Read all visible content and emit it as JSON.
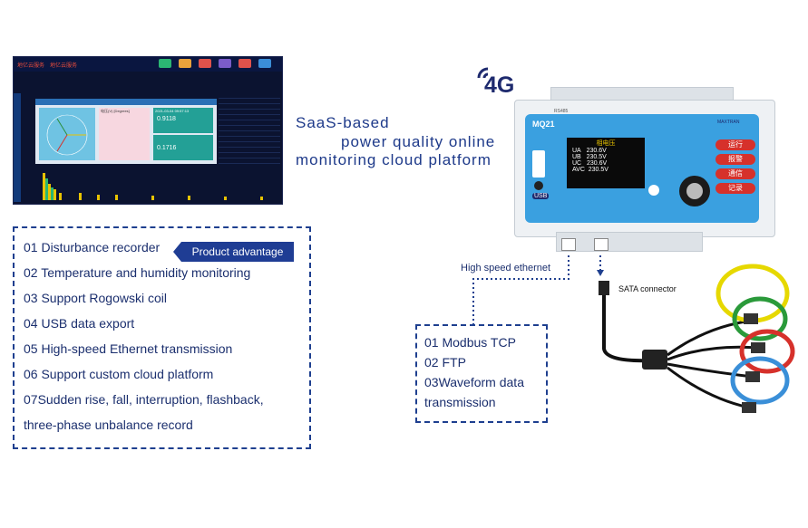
{
  "software": {
    "logo": "地亿云服务",
    "panel_title": "电压(V) [Degrees]",
    "card1_value": "0.9118",
    "card2_value": "0.1716",
    "timestamp": "2021-03-04 09:57:13"
  },
  "headline": {
    "line1": "SaaS-based",
    "line2": "power quality online",
    "line3": "monitoring cloud platform"
  },
  "network_badge": "4G",
  "advantages": {
    "badge": "Product advantage",
    "items": [
      "01 Disturbance recorder",
      "02 Temperature and humidity monitoring",
      "03 Support Rogowski coil",
      "04 USB data export",
      "05 High-speed Ethernet transmission",
      "06 Support custom cloud platform",
      "07Sudden rise, fall, interruption, flashback,",
      "three-phase unbalance record"
    ]
  },
  "device": {
    "model": "MQ21",
    "brand": "MAXTRAN",
    "usb_label": "USB",
    "screen_title": "相电压",
    "readings": [
      {
        "label": "UA",
        "value": "230.6V"
      },
      {
        "label": "UB",
        "value": "230.5V"
      },
      {
        "label": "UC",
        "value": "230.6V"
      },
      {
        "label": "AVC",
        "value": "230.5V"
      }
    ],
    "menu": [
      "运行",
      "报警",
      "通信",
      "记录"
    ],
    "port_label": "RS485"
  },
  "ethernet_label": "High speed ethernet",
  "sata_label": "SATA connector",
  "protocols": [
    "01 Modbus TCP",
    "02 FTP",
    "03Waveform data",
    "transmission"
  ],
  "colors": {
    "navy": "#1e3f8f",
    "device_face": "#3aa0e0",
    "menu_red": "#d6312b"
  }
}
